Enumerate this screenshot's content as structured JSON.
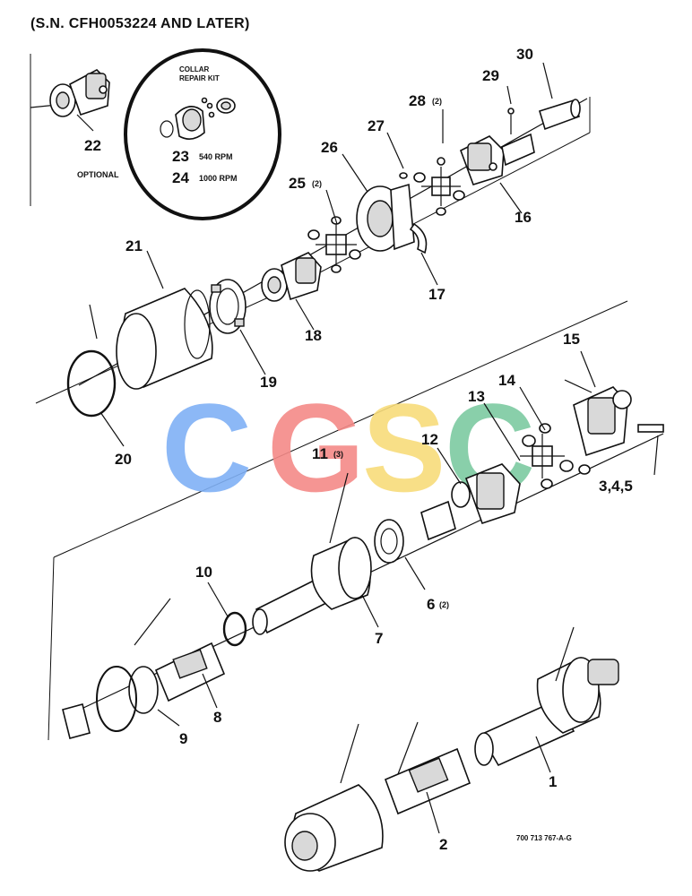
{
  "heading": "(S.N. CFH0053224 AND LATER)",
  "kit": {
    "title_line1": "COLLAR",
    "title_line2": "REPAIR KIT",
    "item23_num": "23",
    "item23_text": "540 RPM",
    "item24_num": "24",
    "item24_text": "1000 RPM"
  },
  "callouts": {
    "c1": "1",
    "c2": "2",
    "c3": "3,4,5",
    "c6": "6",
    "c6_qty": "(2)",
    "c7": "7",
    "c8": "8",
    "c9": "9",
    "c10": "10",
    "c11": "11",
    "c11_qty": "(3)",
    "c12": "12",
    "c13": "13",
    "c14": "14",
    "c15": "15",
    "c16": "16",
    "c17": "17",
    "c18": "18",
    "c19": "19",
    "c20": "20",
    "c21": "21",
    "c22": "22",
    "c22_note": "OPTIONAL",
    "c25": "25",
    "c25_qty": "(2)",
    "c26": "26",
    "c27": "27",
    "c28": "28",
    "c28_qty": "(2)",
    "c29": "29",
    "c30": "30"
  },
  "watermark": {
    "text": "CGSC",
    "colors": [
      "#7fb0f5",
      "#f48a87",
      "#f7dc7a",
      "#7ccaa1"
    ]
  },
  "figure_id": "700 713 767-A-G",
  "colors": {
    "ink": "#111111",
    "paper": "#ffffff"
  }
}
